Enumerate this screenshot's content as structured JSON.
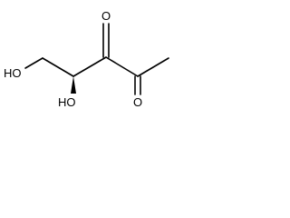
{
  "molecule": {
    "atoms": [
      {
        "id": "o-hydroxyl-1",
        "element": "O",
        "label": "HO"
      },
      {
        "id": "o-hydroxyl-2",
        "element": "O",
        "label": "HO"
      },
      {
        "id": "o-ketone-1",
        "element": "O",
        "label": "O"
      },
      {
        "id": "o-ketone-2",
        "element": "O",
        "label": "O"
      }
    ],
    "stereocenter": "wedge-bond"
  }
}
